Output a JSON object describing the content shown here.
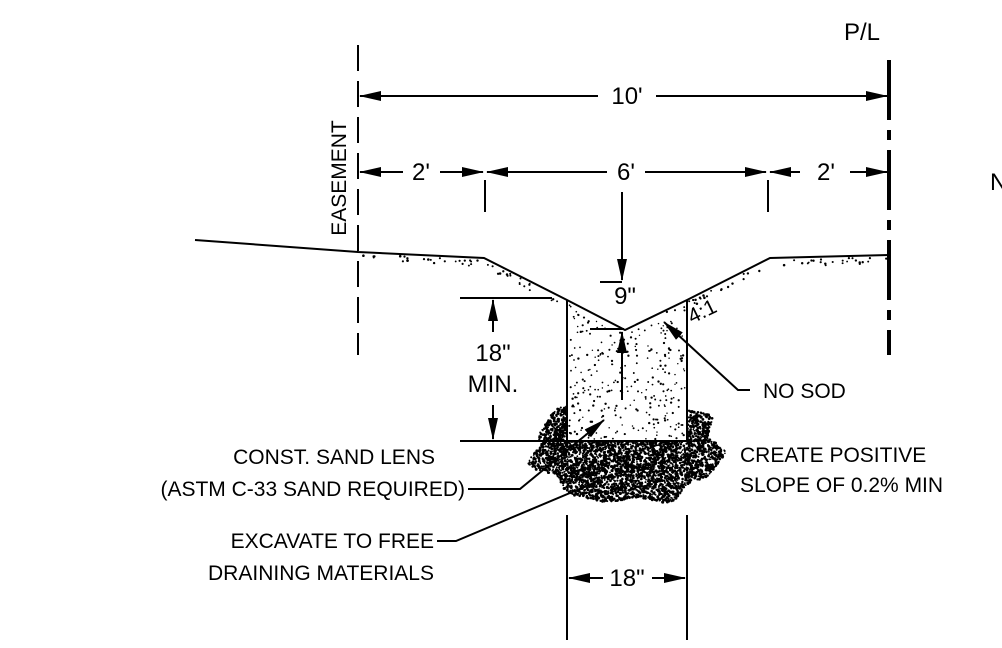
{
  "labels": {
    "property_line": "P/L",
    "easement": "EASEMENT",
    "overall_width": "10'",
    "left_width": "2'",
    "center_width": "6'",
    "right_width": "2'",
    "swale_depth": "9\"",
    "side_slope": "4:1",
    "lens_depth": "18\"",
    "lens_depth_min": "MIN.",
    "no_sod": "NO SOD",
    "sand_lens_line1": "CONST. SAND LENS",
    "sand_lens_line2": "(ASTM C-33 SAND REQUIRED)",
    "excavate_line1": "EXCAVATE TO FREE",
    "excavate_line2": "DRAINING MATERIALS",
    "slope_line1": "CREATE POSITIVE",
    "slope_line2": "SLOPE OF 0.2% MIN",
    "lens_width": "18\"",
    "edge_fragment": "N"
  },
  "colors": {
    "ink": "#000000",
    "paper": "#ffffff"
  }
}
